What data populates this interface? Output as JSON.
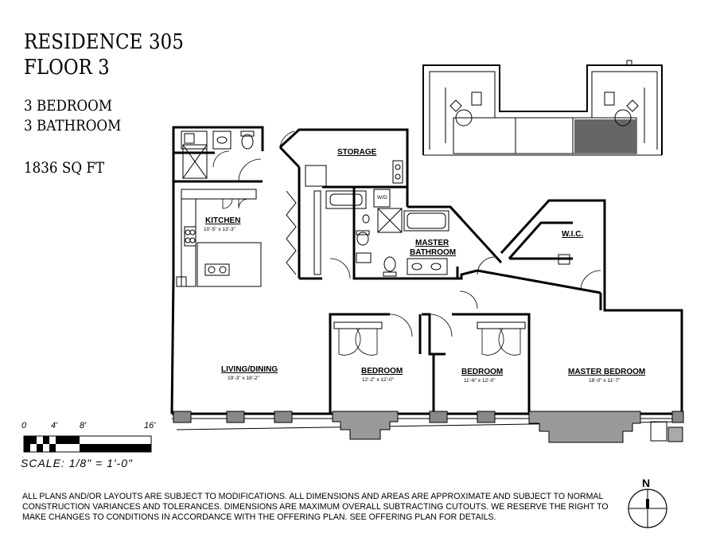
{
  "header": {
    "residence": "RESIDENCE 305",
    "floor": "FLOOR 3",
    "bedrooms": "3 BEDROOM",
    "bathrooms": "3 BATHROOM",
    "area": "1836 SQ FT"
  },
  "rooms": {
    "storage": "STORAGE",
    "kitchen": "KITCHEN",
    "kitchen_dim": "10'-5\" x 13'-3\"",
    "master_bathroom_1": "MASTER",
    "master_bathroom_2": "BATHROOM",
    "wic": "W.I.C.",
    "living": "LIVING/DINING",
    "living_dim": "19'-3\" x 18'-2\"",
    "bedroom1": "BEDROOM",
    "bedroom1_dim": "12'-2\" x 12'-0\"",
    "bedroom2": "BEDROOM",
    "bedroom2_dim": "11'-6\" x 12'-0\"",
    "master_bedroom": "MASTER BEDROOM",
    "master_bedroom_dim": "18'-0\" x 11'-7\"",
    "wd": "W/D"
  },
  "scale": {
    "ticks": [
      "0",
      "4'",
      "8'",
      "16'"
    ],
    "label": "SCALE: 1/8\" = 1'-0\""
  },
  "compass": {
    "north": "N"
  },
  "disclaimer": "ALL PLANS AND/OR LAYOUTS ARE SUBJECT TO MODIFICATIONS. ALL DIMENSIONS AND AREAS ARE APPROXIMATE AND SUBJECT TO NORMAL CONSTRUCTION VARIANCES AND TOLERANCES. DIMENSIONS ARE MAXIMUM OVERALL SUBTRACTING CUTOUTS. WE RESERVE THE RIGHT TO MAKE CHANGES TO CONDITIONS IN ACCORDANCE WITH THE OFFERING PLAN. SEE OFFERING PLAN FOR DETAILS."
}
